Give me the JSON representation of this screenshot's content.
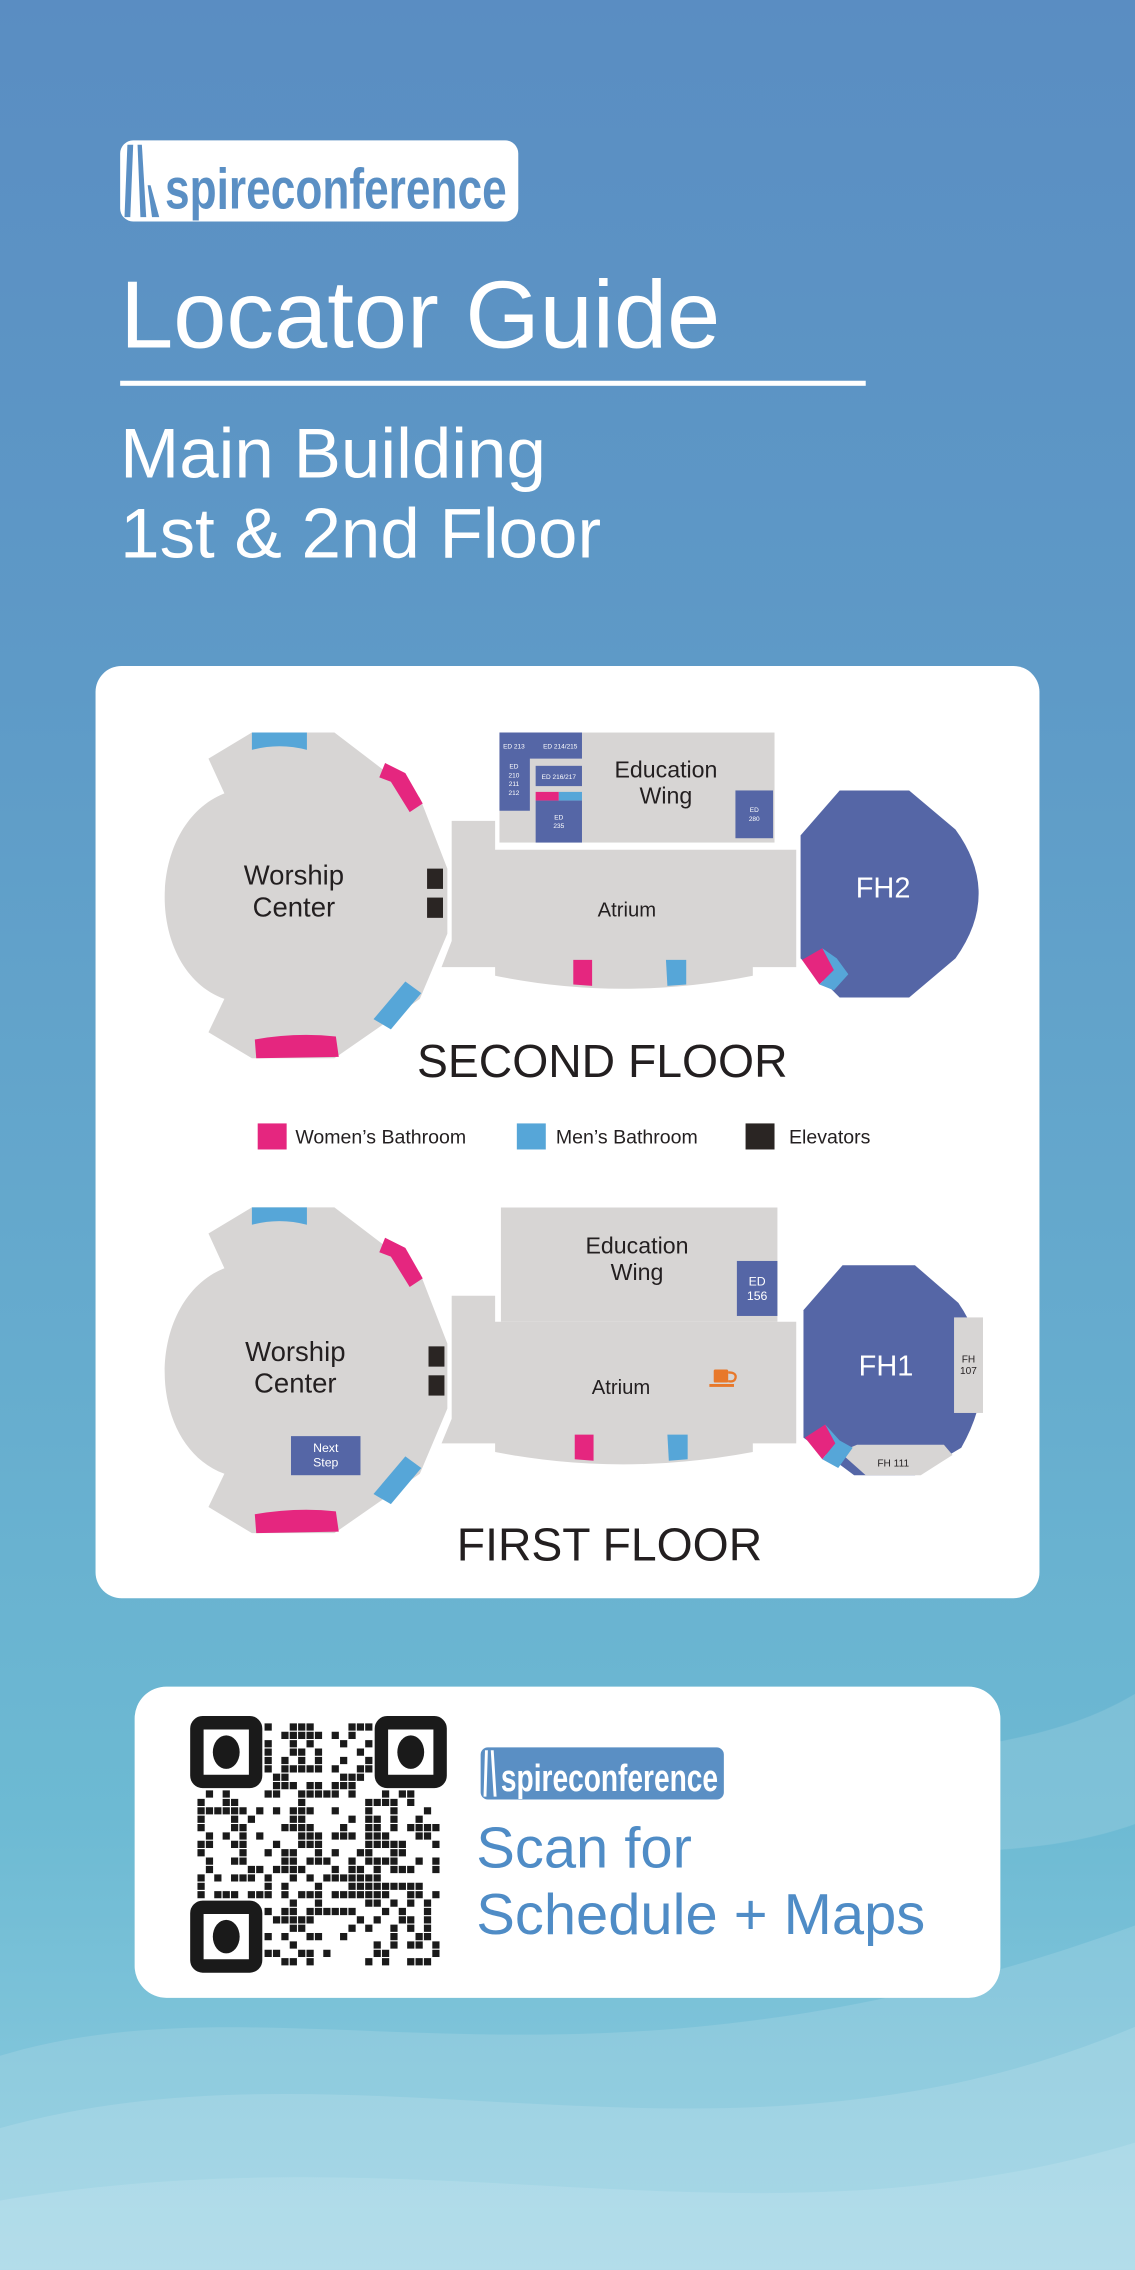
{
  "logo": {
    "text": "spireconference"
  },
  "header": {
    "title": "Locator Guide",
    "subtitle_line1": "Main Building",
    "subtitle_line2": "1st & 2nd Floor"
  },
  "second_floor": {
    "title": "SECOND FLOOR",
    "worship_center": [
      "Worship",
      "Center"
    ],
    "atrium": "Atrium",
    "education_wing": [
      "Education",
      "Wing"
    ],
    "fellowship_hall": "FH2",
    "rooms": {
      "ed213": "ED 213",
      "ed214": "ED 214/215",
      "ed210": [
        "ED",
        "210",
        "211",
        "212"
      ],
      "ed216": "ED 216/217",
      "ed235": [
        "ED",
        "235"
      ],
      "ed280": [
        "ED",
        "280"
      ]
    }
  },
  "legend": {
    "women": "Women’s Bathroom",
    "men": "Men’s Bathroom",
    "elevators": "Elevators"
  },
  "first_floor": {
    "title": "FIRST FLOOR",
    "worship_center": [
      "Worship",
      "Center"
    ],
    "next_step": [
      "Next",
      "Step"
    ],
    "atrium": "Atrium",
    "education_wing": [
      "Education",
      "Wing"
    ],
    "ed156": [
      "ED",
      "156"
    ],
    "fellowship_hall": "FH1",
    "fh107": [
      "FH",
      "107"
    ],
    "fh111": "FH 111"
  },
  "qr_card": {
    "logo": "spireconference",
    "line1": "Scan for",
    "line2": "Schedule + Maps"
  },
  "colors": {
    "women": "#e5267f",
    "men": "#56a6d8",
    "elevator": "#2a2523",
    "room": "#5566a6",
    "floor": "#d7d5d4",
    "brand": "#5a8fc4",
    "coffee": "#e8782a"
  }
}
